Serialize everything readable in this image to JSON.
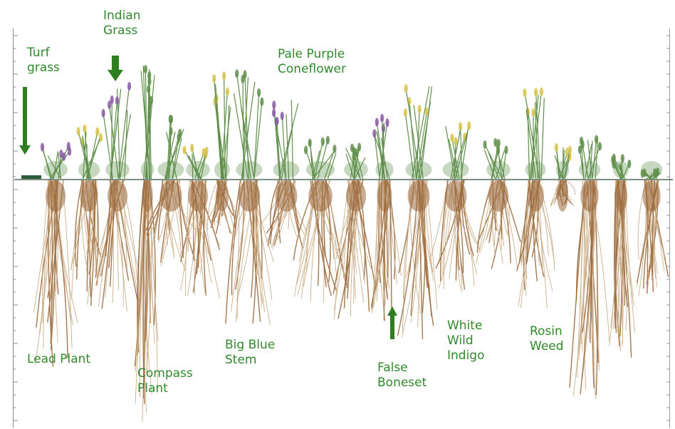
{
  "labels": {
    "indian_grass": "Indian\nGrass",
    "turf_grass": "Turf\ngrass",
    "pale_purple_coneflower": "Pale Purple\nConeflower",
    "lead_plant": "Lead Plant",
    "compass_plant": "Compass\nPlant",
    "big_blue_stem": "Big Blue\nStem",
    "false_boneset": "False\nBoneset",
    "white_wild_indigo": "White\nWild\nIndigo",
    "rosin_weed": "Rosin\nWeed"
  },
  "colors": {
    "label_green": "#2f8a2a",
    "arrow_green": "#2e7d1f",
    "root_brown": "#9b6a3c",
    "root_fine": "#c8a77f",
    "foliage_green": "#5f8f4a",
    "flower_purple": "#8a5aa6",
    "flower_yellow": "#d8c44a",
    "ground_line": "#556b5a"
  },
  "icons": [
    "down-arrow-icon",
    "up-arrow-icon",
    "ruler-icon"
  ]
}
